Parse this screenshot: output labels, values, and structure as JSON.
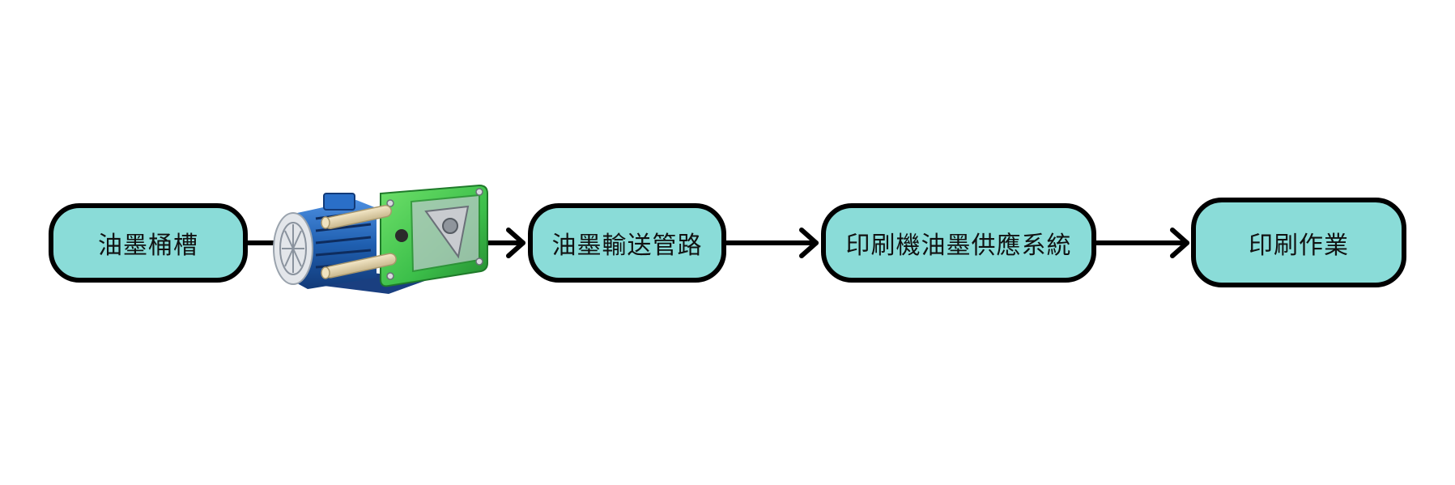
{
  "diagram": {
    "nodes": [
      {
        "id": "ink-tank",
        "label": "油墨桶槽"
      },
      {
        "id": "ink-pipeline",
        "label": "油墨輸送管路"
      },
      {
        "id": "ink-supply-system",
        "label": "印刷機油墨供應系統"
      },
      {
        "id": "printing-operation",
        "label": "印刷作業"
      }
    ],
    "edges": [
      {
        "from": "ink-tank",
        "to": "ink-pipeline",
        "via": "peristaltic-pump"
      },
      {
        "from": "ink-pipeline",
        "to": "ink-supply-system"
      },
      {
        "from": "ink-supply-system",
        "to": "printing-operation"
      }
    ],
    "pump_icon": "peristaltic-pump-illustration",
    "colors": {
      "node_fill": "#8adcd8",
      "node_border": "#000000",
      "arrow": "#000000",
      "pump_motor": "#1f5fb0",
      "pump_head": "#3cbf4a"
    }
  }
}
